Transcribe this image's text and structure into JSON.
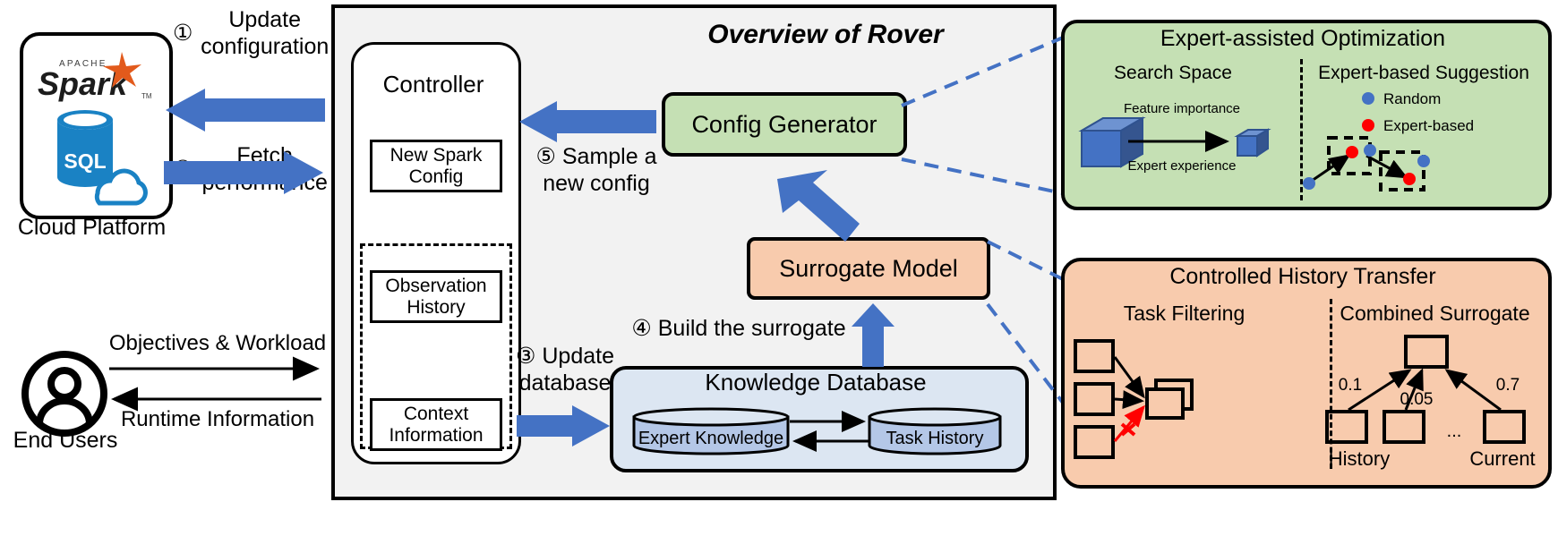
{
  "left": {
    "cloud_platform_label": "Cloud Platform",
    "spark_logo_alt": "Apache Spark",
    "spark_wordmark": "Spark",
    "spark_apache": "APACHE",
    "sql_label": "SQL",
    "end_users_label": "End Users",
    "user_flows": {
      "to_system": "Objectives & Workload",
      "from_system": "Runtime Information"
    },
    "steps": {
      "step1_number": "①",
      "step1_text": "Update configuration",
      "step2_number": "②",
      "step2_text": "Fetch performance"
    }
  },
  "overview": {
    "title": "Overview of Rover",
    "controller": {
      "title": "Controller",
      "new_spark_config": "New Spark Config",
      "observation_history": "Observation History",
      "context_information": "Context Information"
    },
    "config_generator": "Config Generator",
    "surrogate_model": "Surrogate Model",
    "knowledge_database": {
      "title": "Knowledge Database",
      "expert_knowledge": "Expert Knowledge",
      "task_history": "Task History"
    },
    "steps": {
      "step3_number": "③",
      "step3_text": "Update database",
      "step4_number": "④",
      "step4_text": "Build the surrogate",
      "step5_number": "⑤",
      "step5_text": "Sample a new config"
    }
  },
  "expert_panel": {
    "title": "Expert-assisted Optimization",
    "left_section": {
      "title": "Search Space",
      "arrow_label_top": "Feature importance",
      "arrow_label_bottom": "Expert experience"
    },
    "right_section": {
      "title": "Expert-based Suggestion",
      "legend": [
        {
          "label": "Random",
          "color": "#4472c4"
        },
        {
          "label": "Expert-based",
          "color": "#ff0000"
        }
      ]
    }
  },
  "history_panel": {
    "title": "Controlled History Transfer",
    "left_section": {
      "title": "Task Filtering"
    },
    "right_section": {
      "title": "Combined Surrogate",
      "weights": [
        "0.1",
        "0.05",
        "0.7"
      ],
      "ellipsis": "...",
      "axis_labels": [
        "History",
        "Current"
      ]
    }
  },
  "colors": {
    "blue_arrow": "#4472c4",
    "green_panel": "#c5e0b4",
    "orange_panel": "#f8cbad",
    "db_panel": "#dce6f2",
    "cylinder": "#b4c7e7",
    "panel_bg": "#f2f2f2",
    "red_accent": "#ff0000"
  }
}
